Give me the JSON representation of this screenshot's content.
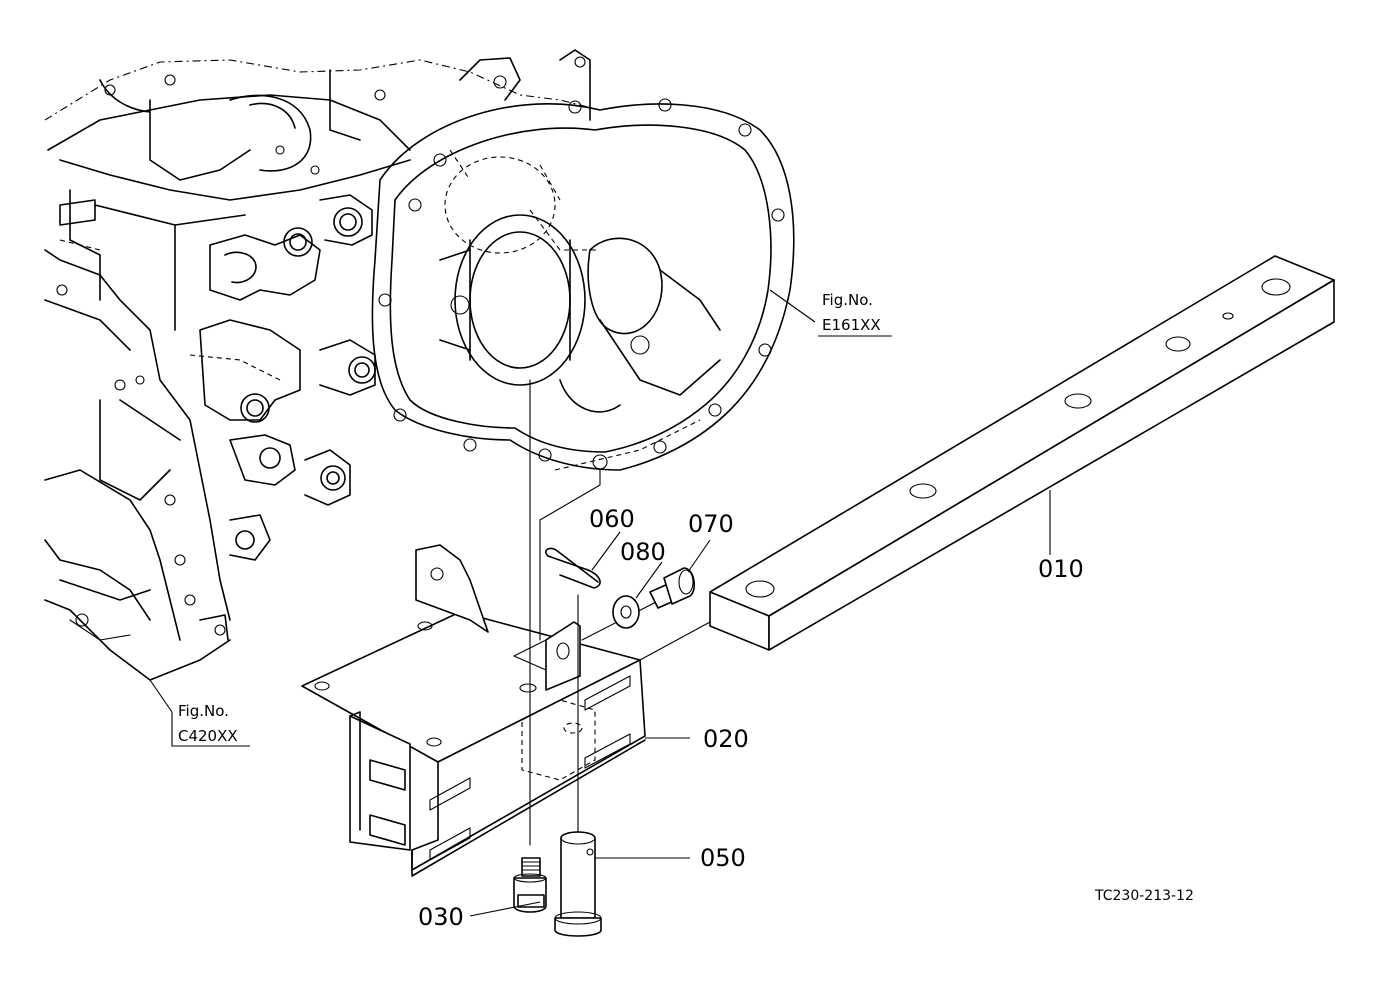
{
  "figure_refs": [
    {
      "line1": "Fig.No.",
      "line2": "E161XX"
    },
    {
      "line1": "Fig.No.",
      "line2": "C420XX"
    }
  ],
  "part_callouts": [
    "010",
    "020",
    "030",
    "050",
    "060",
    "070",
    "080"
  ],
  "drawing_code": "TC230-213-12"
}
